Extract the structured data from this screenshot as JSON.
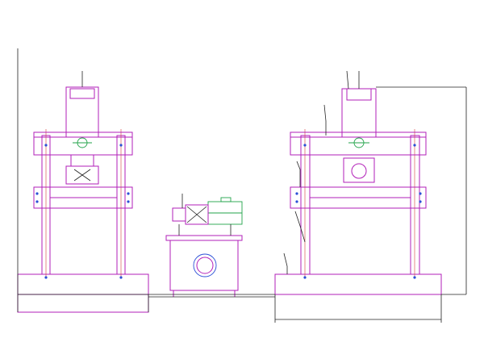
{
  "drawing": {
    "description_visible_text": "",
    "colors": {
      "background": "#ffffff",
      "outline": "#b21fb8",
      "dimension": "#222222",
      "motor": "#22a34a",
      "bolt": "#2a4fd6",
      "centerline": "#d33a3a"
    },
    "components": [
      {
        "name": "left-hydraulic-press",
        "icon": "four-column-press"
      },
      {
        "name": "hydraulic-power-unit",
        "icon": "pump-motor-tank"
      },
      {
        "name": "right-hydraulic-press",
        "icon": "four-column-press"
      }
    ]
  }
}
